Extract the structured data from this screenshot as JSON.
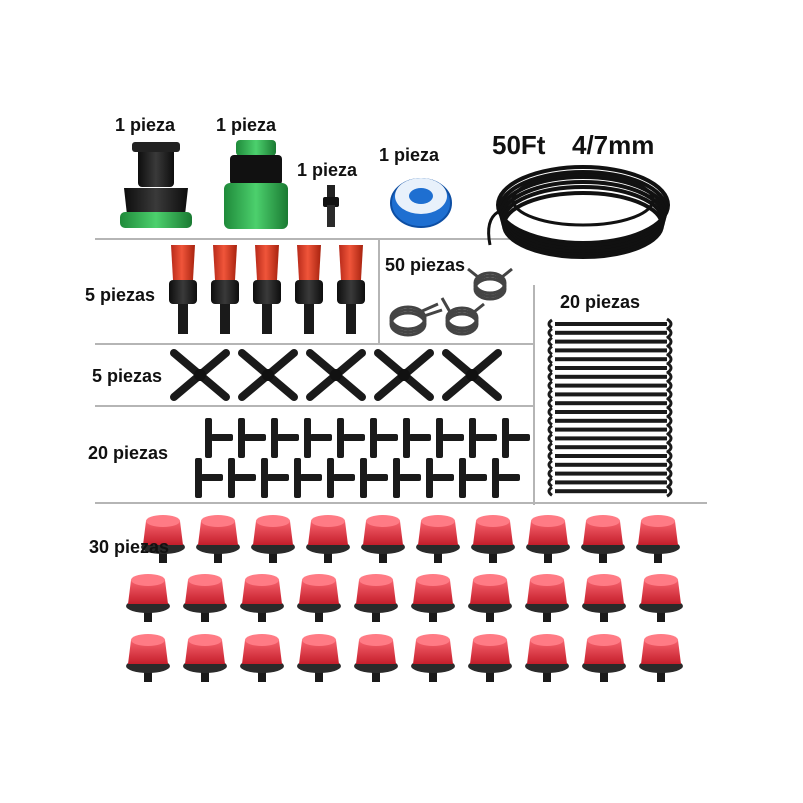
{
  "labels": {
    "faucet_adapter_qty": "1 pieza",
    "green_connector_qty": "1 pieza",
    "plug_qty": "1 pieza",
    "tape_qty": "1 pieza",
    "tubing_spec_length": "50Ft",
    "tubing_spec_size": "4/7mm",
    "sprayers_qty": "5 piezas",
    "clamps_qty": "50 piezas",
    "stakes_qty": "20 piezas",
    "cross_qty": "5 piezas",
    "tee_qty": "20 piezas",
    "drippers_qty": "30 piezas"
  },
  "colors": {
    "black_part": "#1a1a1a",
    "orange_sprayer": "#e2402a",
    "green_connector": "#2fb24f",
    "red_dripper": "#e8323f",
    "tape_blue": "#1e6fd1",
    "separator": "#b5b5b5"
  },
  "items": {
    "sprayer_count": 5,
    "cross_count": 5,
    "tee_count": 20,
    "stake_count": 20,
    "clamp_count": 3,
    "dripper_count": 30
  }
}
